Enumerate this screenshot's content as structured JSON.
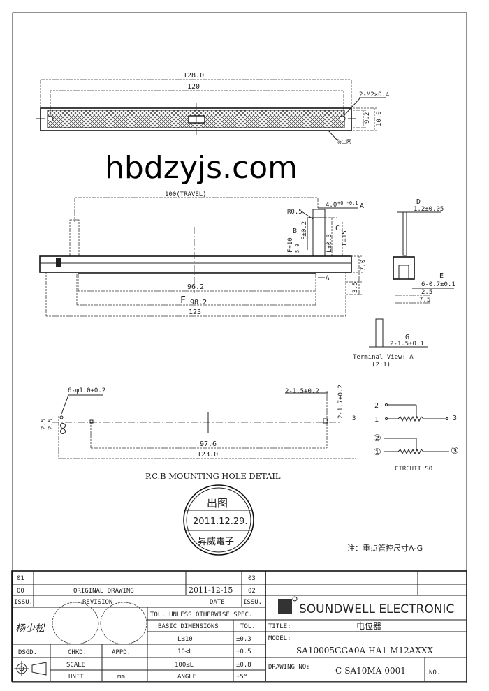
{
  "top_view": {
    "dim_overall": "128.0",
    "dim_holes": "120",
    "thread_label": "2-M2×0.4",
    "dim_height_inner": "9.2",
    "dim_height_outer": "10.0",
    "dust_cover_label": "防尘网"
  },
  "side_view": {
    "travel": "100(TRAVEL)",
    "radius": "R0.5",
    "knob_width": "4.0",
    "knob_width_tol": "+0 -0.1",
    "label_a": "A",
    "label_b": "B",
    "label_c": "C",
    "f_dim": "F=10",
    "f_tol": "F±0.2",
    "dim_5": "5.0",
    "l_tol": "L±0.3",
    "l_dim": "L=15",
    "dim_7": "7.0",
    "dim_35": "3.5",
    "dim_962": "96.2",
    "label_f": "F",
    "dim_982": "98.2",
    "dim_123": "123",
    "arrow_a": "A"
  },
  "end_view": {
    "label_d": "D",
    "d_dim": "1.2±0.05",
    "label_e": "E",
    "e_dim": "6-0.7±0.1",
    "dim_25": "2.5",
    "dim_75": "7.5",
    "label_g": "G",
    "g_dim": "2-1.5±0.1",
    "terminal_view": "Terminal View: A",
    "scale": "(2:1)"
  },
  "pcb": {
    "holes": "6-φ1.0+0.2",
    "slot": "2-1.5+0.2",
    "slot2": "2-1.7+0.2",
    "dim_25a": "2.5",
    "dim_25b": "2.5",
    "dim_3": "3",
    "dim_976": "97.6",
    "dim_1230": "123.0",
    "title": "P.C.B MOUNTING HOLE DETAIL"
  },
  "circuit": {
    "pin2": "2",
    "pin1": "1",
    "pin3": "3",
    "cpin2": "②",
    "cpin1": "①",
    "cpin3": "③",
    "label": "CIRCUIT:SO"
  },
  "stamp": {
    "top": "出图",
    "date": "2011.12.29.",
    "bottom": "昇威電子"
  },
  "note": "注：重点管控尺寸A-G",
  "title_block": {
    "rev_rows": [
      {
        "no": "01",
        "desc": "",
        "date": "",
        "issu": "03"
      },
      {
        "no": "00",
        "desc": "ORIGINAL  DRAWING",
        "date": "2011-12-15",
        "issu": "02"
      }
    ],
    "header": {
      "no": "ISSU.",
      "desc": "REVISION",
      "date": "DATE",
      "issu": "ISSU."
    },
    "company": "SOUNDWELL   ELECTRONIC",
    "tol_header": "TOL. UNLESS OTHERWISE SPEC.",
    "basic_dims": "BASIC DIMENSIONS",
    "tol_label": "TOL.",
    "tol_rows": [
      {
        "range": "L≤10",
        "tol": "±0.3"
      },
      {
        "range": "10<L",
        "tol": "±0.5"
      },
      {
        "range": "100≤L",
        "tol": "±0.8"
      },
      {
        "range": "ANGLE",
        "tol": "±5°"
      }
    ],
    "title_label": "TITLE:",
    "title_value": "电位器",
    "model_label": "MODEL:",
    "model_value": "SA10005GGA0A-HA1-M12AXXX",
    "drawing_no_label": "DRAWING NO:",
    "drawing_no_value": "C-SA10MA-0001",
    "no_label": "NO.",
    "dsgd": "DSGD.",
    "chkd": "CHKD.",
    "appd": "APPD.",
    "scale": "SCALE",
    "unit": "UNIT",
    "unit_value": "mm",
    "signature": "杨少松"
  },
  "watermark": "hbdzyjs.com"
}
